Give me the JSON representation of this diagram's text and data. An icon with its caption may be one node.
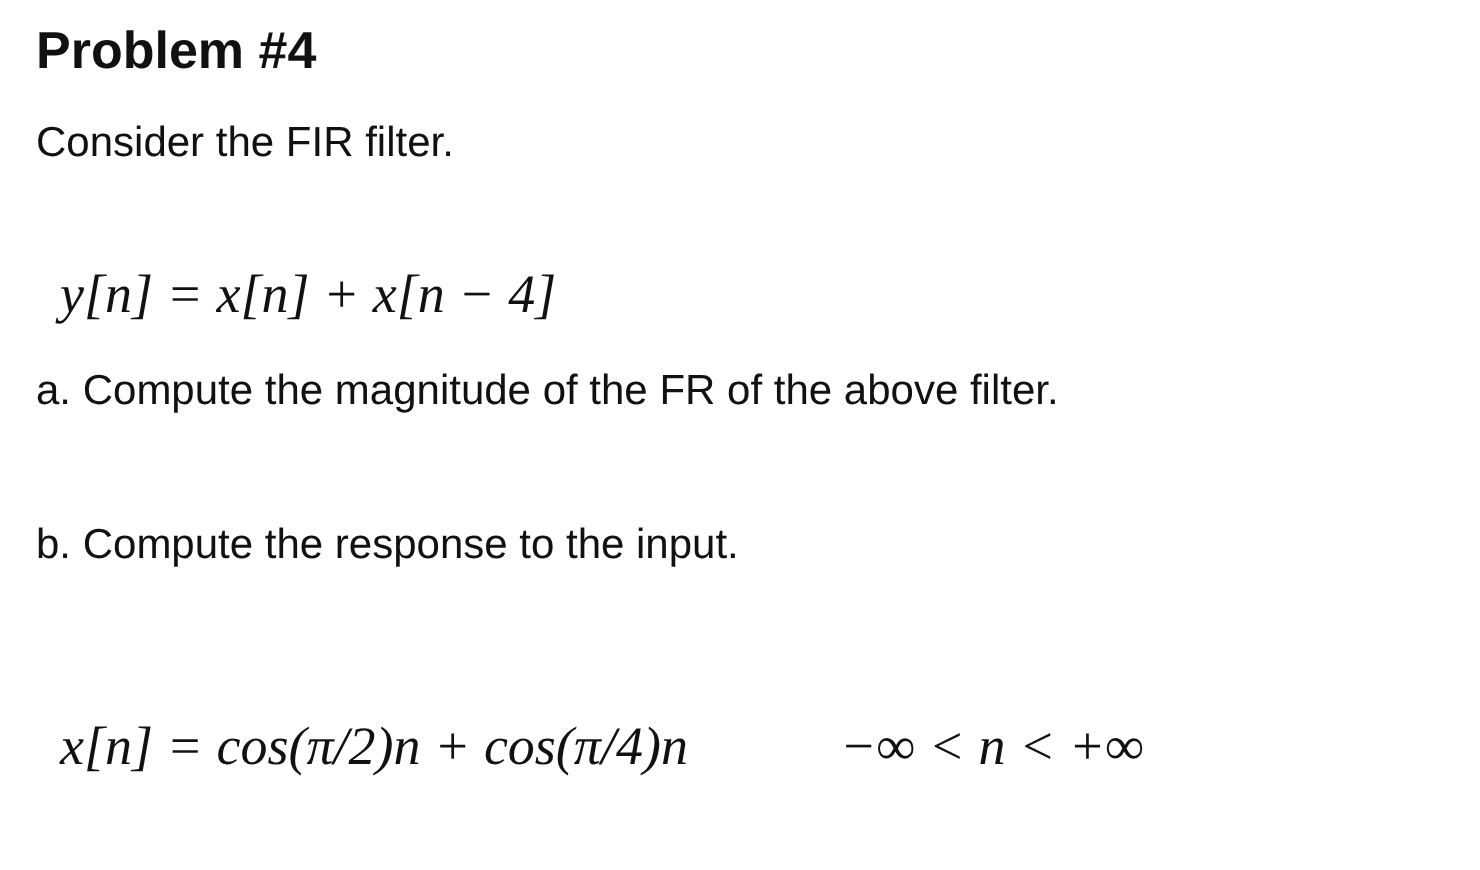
{
  "diagram": {
    "title": "Problem #4",
    "labels": [
      "Consider the FIR filter.",
      "y[n] = x[n] + x[n − 4]",
      "a. Compute the magnitude of the FR of the above filter.",
      "b. Compute the response to the input.",
      "x[n] = cos(π/2)n + cos(π/4)n",
      "−∞ < n < +∞"
    ]
  }
}
